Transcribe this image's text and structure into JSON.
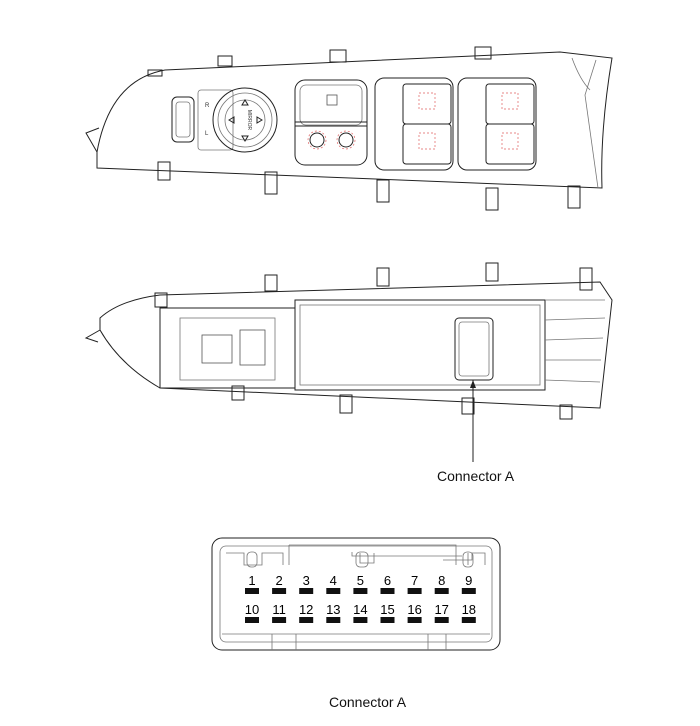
{
  "top_view": {
    "mirror_label": "MIRROR",
    "left_label": "L",
    "right_label": "R"
  },
  "bottom_view": {
    "callout": "Connector A"
  },
  "connector": {
    "caption": "Connector A",
    "pins_row1": [
      "1",
      "2",
      "3",
      "4",
      "5",
      "6",
      "7",
      "8",
      "9"
    ],
    "pins_row2": [
      "10",
      "11",
      "12",
      "13",
      "14",
      "15",
      "16",
      "17",
      "18"
    ]
  },
  "colors": {
    "line": "#222222",
    "accent_dashes": "#e06060"
  }
}
